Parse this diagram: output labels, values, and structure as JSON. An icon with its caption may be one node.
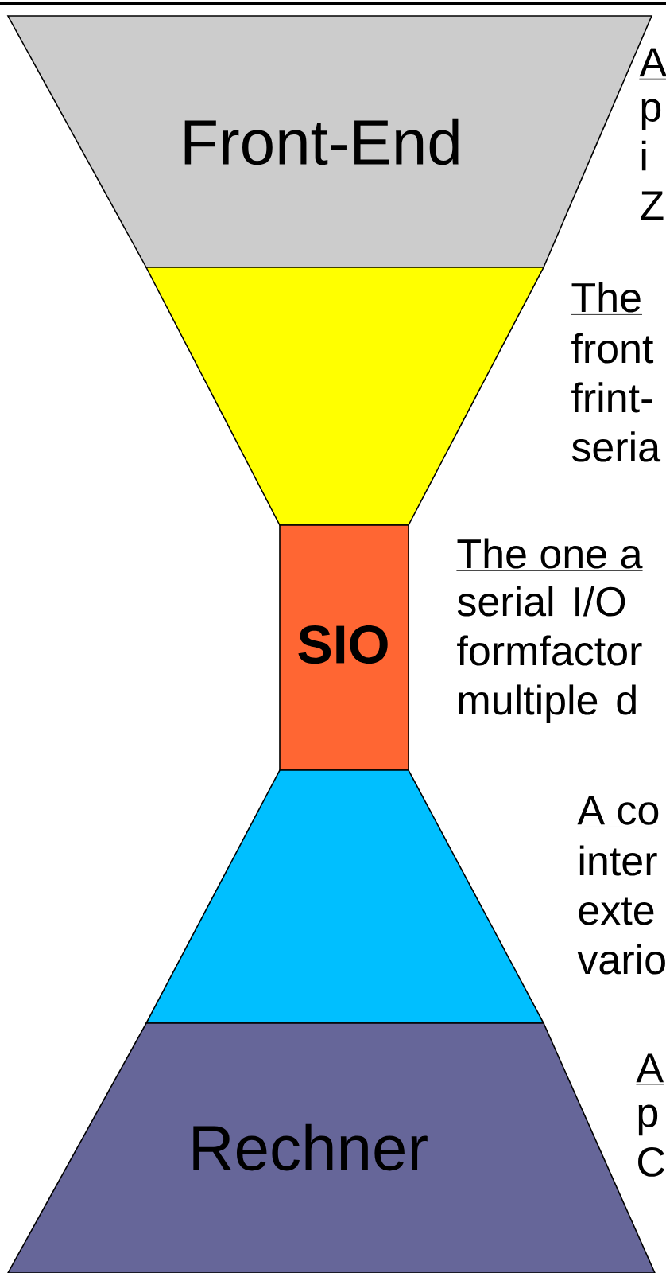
{
  "diagram": {
    "nodes": [
      {
        "text": [
          "Front-End"
        ],
        "beside": [
          "A",
          "p i Z"
        ]
      },
      {
        "text": [],
        "shape": "trapezoid",
        "beside": [
          "The",
          "front frint- seria"
        ]
      },
      {
        "text": [
          "SIO"
        ],
        "beside": [
          "The one a",
          "serial I/O formfactor multiple d"
        ]
      },
      {
        "text": [],
        "shape": "trapezoid",
        "beside": [
          "A co",
          "inter exte vario"
        ]
      },
      {
        "text": [
          "Rechner"
        ],
        "beside": [
          "A",
          "p C"
        ]
      }
    ]
  }
}
